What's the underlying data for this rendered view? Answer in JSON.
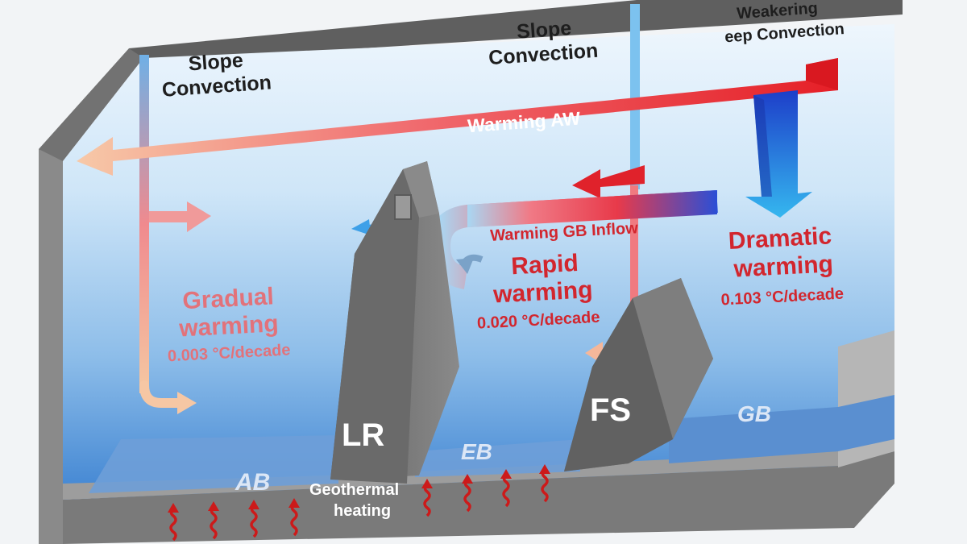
{
  "labels": {
    "slope_convection_left": [
      "Slope",
      "Convection"
    ],
    "slope_convection_right": [
      "Slope",
      "Convection"
    ],
    "weakening_deep_convection": [
      "Weakering",
      "eep Convection"
    ],
    "warming_aw": "Warming AW",
    "warming_gb_inflow": "Warming GB Inflow",
    "gradual_warming": {
      "lines": [
        "Gradual",
        "warming"
      ],
      "rate": "0.003 °C/decade"
    },
    "rapid_warming": {
      "lines": [
        "Rapid",
        "warming"
      ],
      "rate": "0.020 °C/decade"
    },
    "dramatic_warming": {
      "lines": [
        "Dramatic",
        "warming"
      ],
      "rate": "0.103 °C/decade"
    },
    "ridge_lr": "LR",
    "ridge_fs": "FS",
    "basin_ab": "AB",
    "basin_eb": "EB",
    "basin_gb": "GB",
    "geothermal": [
      "Geothermal",
      "heating"
    ]
  },
  "colors": {
    "warm_red": "#e8262e",
    "soft_red": "#f07a80",
    "cold_blue": "#2e74e0",
    "light_blue": "#8fc8ee",
    "water_top": "#dfeefb",
    "water_deep": "#3f84d2",
    "rock": "#6f6f6f",
    "frame": "#8c8c8c",
    "geothermal_red": "#cc1a1a"
  },
  "icons": {
    "geothermal": "wavy-up-arrow-icon",
    "flow": "arrow-icon"
  }
}
